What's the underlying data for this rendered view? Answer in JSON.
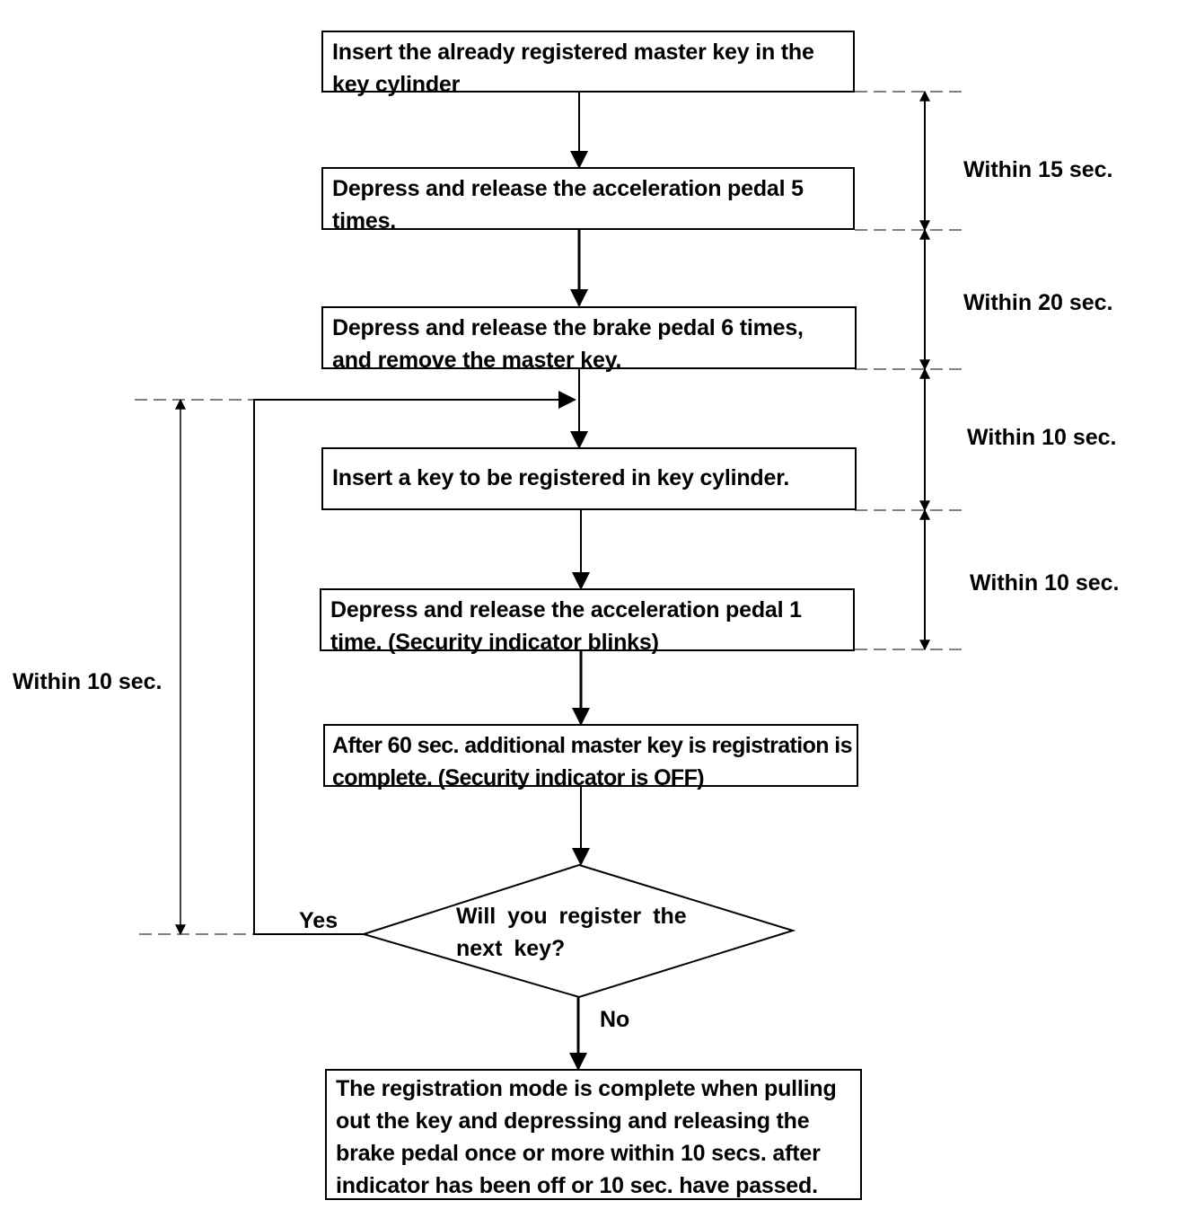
{
  "steps": {
    "s1": "Insert the already registered master key in the key cylinder",
    "s2": "Depress and release the acceleration pedal 5 times.",
    "s3": "Depress and release the brake pedal 6 times, and remove the master key.",
    "s4": "Insert a key to be registered in key cylinder.",
    "s5": "Depress and release the acceleration pedal 1 time. (Security indicator blinks)",
    "s6": "After 60 sec. additional master key is registration is complete. (Security indicator is OFF)",
    "decision": "Will you register the next key?",
    "final": "The registration mode is complete when pulling out the key and depressing and releasing the brake pedal once or more within 10 secs. after indicator has been off or 10 sec. have passed."
  },
  "branches": {
    "yes": "Yes",
    "no": "No"
  },
  "timings": {
    "t1": "Within 15 sec.",
    "t2": "Within 20 sec.",
    "t3": "Within 10 sec.",
    "t4": "Within 10 sec.",
    "loop": "Within 10 sec."
  }
}
